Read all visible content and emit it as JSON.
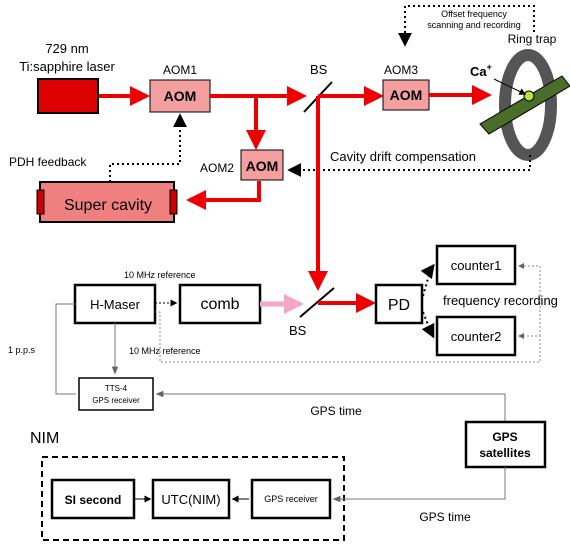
{
  "laser": {
    "line1": "729 nm",
    "line2": "Ti:sapphire laser"
  },
  "aom1": {
    "label": "AOM1",
    "text": "AOM"
  },
  "aom2": {
    "label": "AOM2",
    "text": "AOM"
  },
  "aom3": {
    "label": "AOM3",
    "text": "AOM"
  },
  "bs_top": "BS",
  "bs_bottom": "BS",
  "offset": {
    "line1": "Offset frequency",
    "line2": "scanning and recording"
  },
  "ring_trap": "Ring trap",
  "ion": {
    "symbol": "Ca",
    "charge": "+"
  },
  "pdh": "PDH feedback",
  "super_cavity": "Super cavity",
  "drift": "Cavity drift compensation",
  "ref_top": "10 MHz reference",
  "ref_mid": "10 MHz reference",
  "hmaser": "H-Maser",
  "comb": "comb",
  "pd": "PD",
  "counter1": "counter1",
  "counter2": "counter2",
  "freq_recording": "frequency recording",
  "pps": "1 p.p.s",
  "tts": {
    "line1": "TTS-4",
    "line2": "GPS receiver"
  },
  "gps_time_upper": "GPS time",
  "gps_sat": {
    "line1": "GPS",
    "line2": "satellites"
  },
  "nim_title": "NIM",
  "si_second": "SI second",
  "utc": "UTC(NIM)",
  "gps_receiver": "GPS receiver",
  "gps_time_lower": "GPS time",
  "colors": {
    "beam": "#ee0000",
    "laser": "#dd0000",
    "aom": "#f4a0a0",
    "cavity": "#f08080",
    "cavity_end": "#cc0000",
    "comb_beam": "#f4a6c8",
    "trap_ring": "#555555",
    "trap_rod": "#4a6e2a",
    "ion": "#b6e23a"
  }
}
